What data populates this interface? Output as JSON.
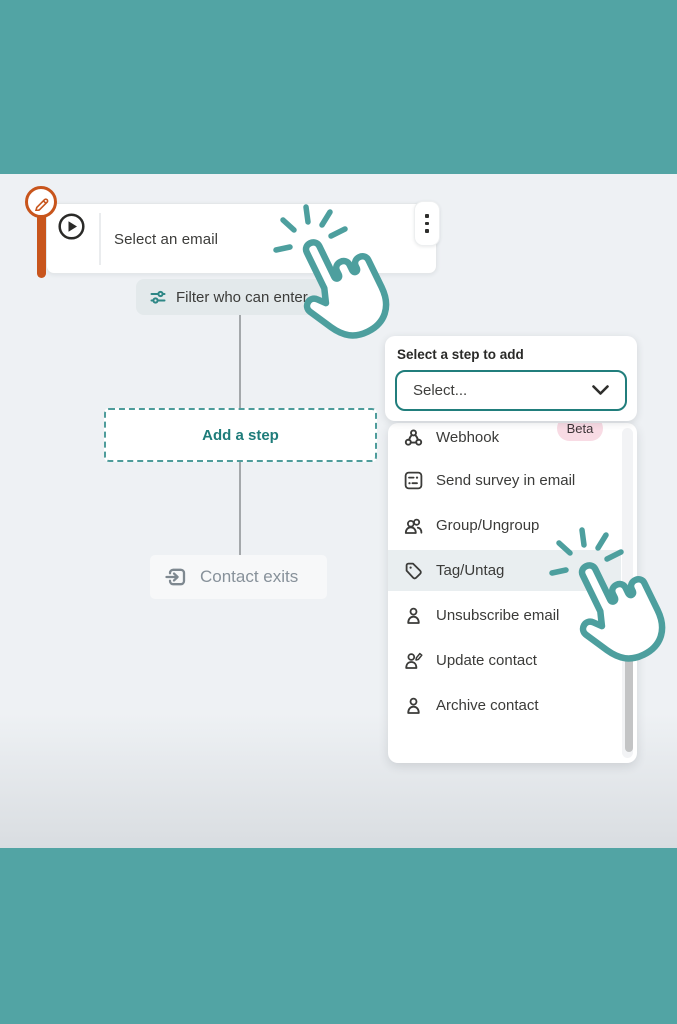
{
  "colors": {
    "band_teal": "#52A4A4",
    "accent_teal": "#217E7C",
    "hand_teal": "#4D9F9E",
    "edit_orange": "#C8551C",
    "beta_pink": "#F8DBE4",
    "highlight_row": "#E9EEF0",
    "connector_gray": "#A4A8AB"
  },
  "flow": {
    "email_step": {
      "label": "Select an email",
      "leading_icon": "play-icon",
      "edit_icon": "pencil-icon",
      "menu_icon": "kebab-menu-icon"
    },
    "filter_chip": {
      "label": "Filter who can enter",
      "icon": "sliders-icon"
    },
    "add_step": {
      "label": "Add a step"
    },
    "contact_exits": {
      "label": "Contact exits",
      "icon": "exit-icon"
    }
  },
  "step_picker": {
    "title": "Select a step to add",
    "select_value": "Select...",
    "select_icon": "chevron-down-icon",
    "items": [
      {
        "label": "Webhook",
        "icon": "webhook-icon",
        "badge": "Beta"
      },
      {
        "label": "Send survey in email",
        "icon": "survey-icon"
      },
      {
        "label": "Group/Ungroup",
        "icon": "group-icon"
      },
      {
        "label": "Tag/Untag",
        "icon": "tag-icon",
        "highlighted": true
      },
      {
        "label": "Unsubscribe email",
        "icon": "person-icon"
      },
      {
        "label": "Update contact",
        "icon": "person-edit-icon"
      },
      {
        "label": "Archive contact",
        "icon": "person-icon"
      }
    ]
  },
  "cursors": [
    {
      "name": "click-hand",
      "target": "email-step-card"
    },
    {
      "name": "click-hand",
      "target": "step-picker-item-tag-untag"
    }
  ]
}
